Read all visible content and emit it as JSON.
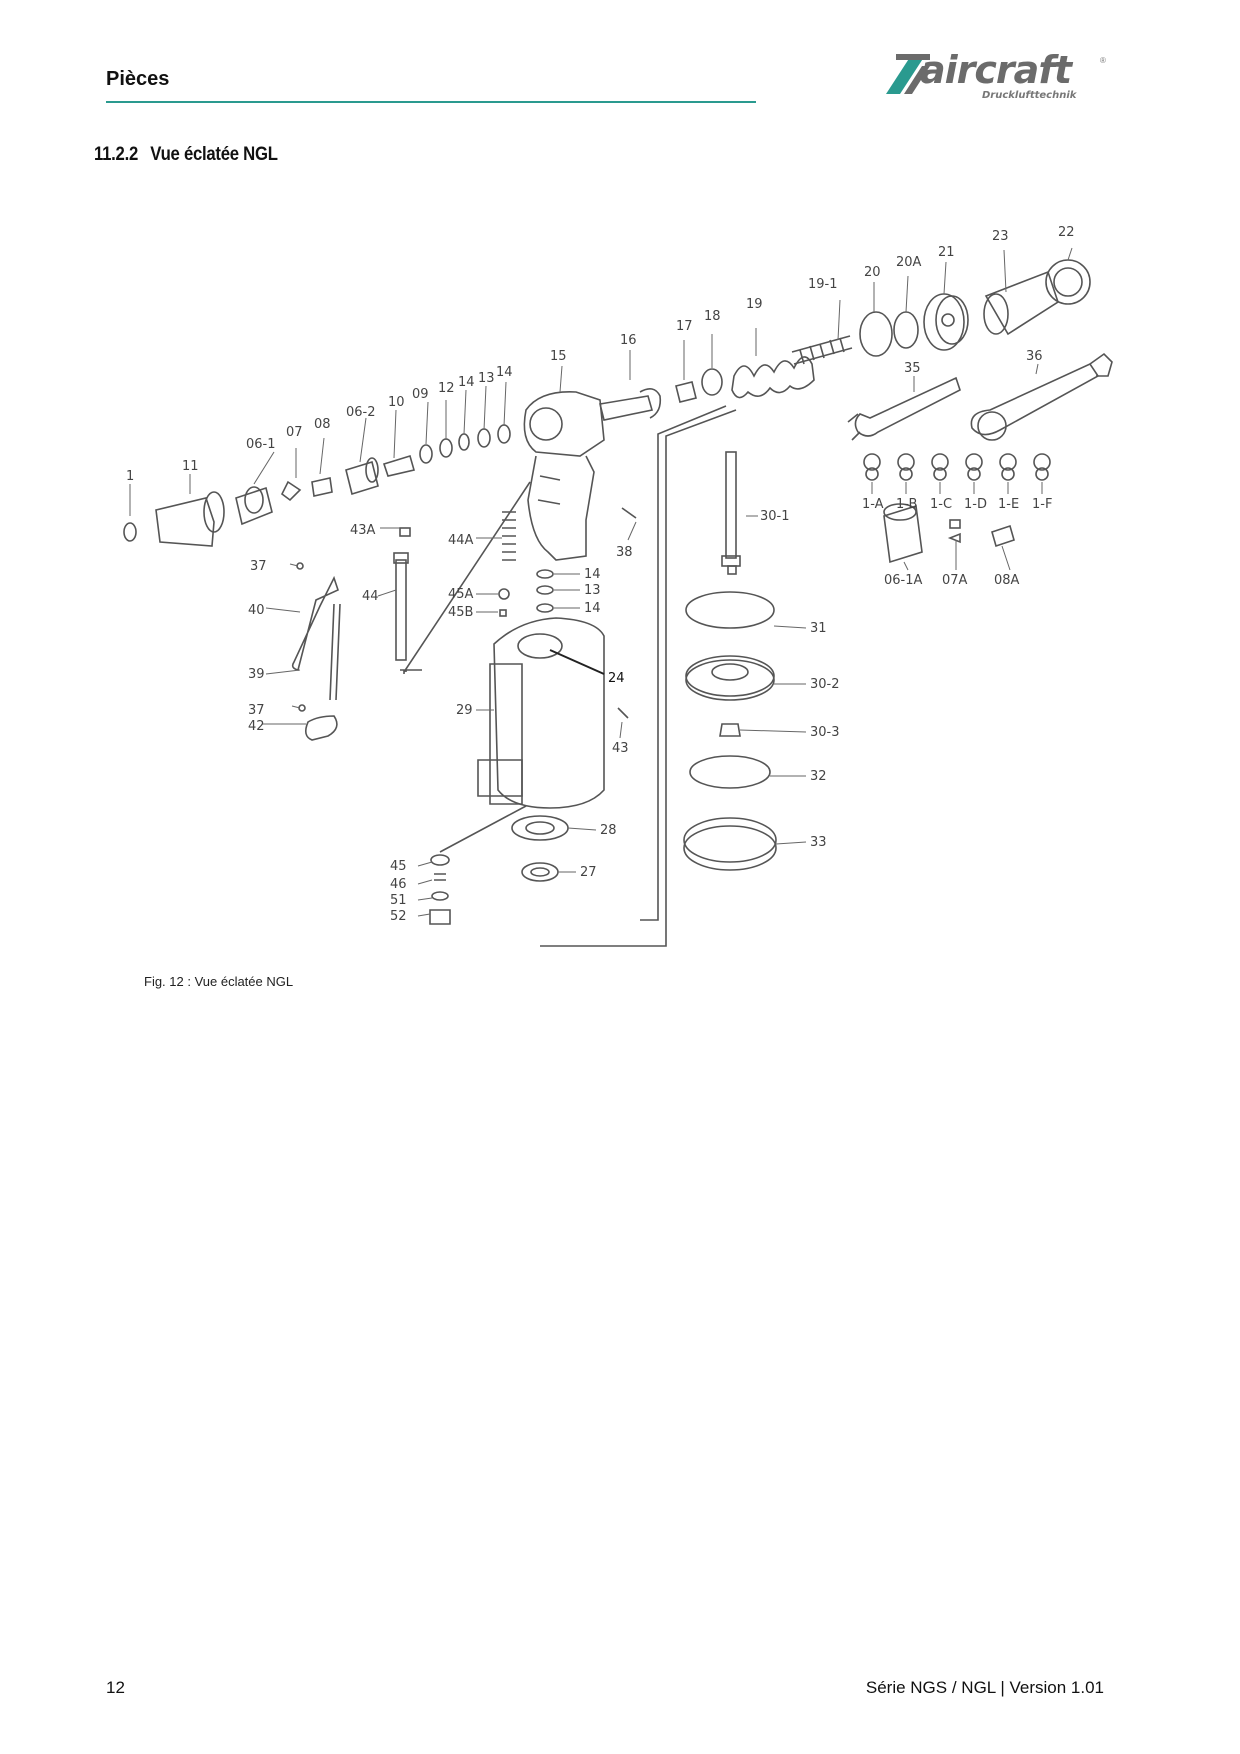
{
  "header": {
    "title": "Pièces"
  },
  "logo": {
    "wordmark": "aircraft",
    "subtitle": "Drucklufttechnik",
    "reg": "®"
  },
  "section": {
    "number": "11.2.2",
    "title": "Vue éclatée NGL"
  },
  "figure": {
    "caption": "Fig. 12 : Vue éclatée NGL",
    "part_labels": [
      "1",
      "11",
      "06-1",
      "07",
      "08",
      "06-2",
      "10",
      "09",
      "12",
      "14",
      "13",
      "14",
      "15",
      "16",
      "17",
      "18",
      "19",
      "19-1",
      "20",
      "20A",
      "21",
      "23",
      "22",
      "35",
      "36",
      "1-A",
      "1-B",
      "1-C",
      "1-D",
      "1-E",
      "1-F",
      "06-1A",
      "07A",
      "08A",
      "43A",
      "44A",
      "38",
      "37",
      "40",
      "39",
      "37",
      "42",
      "44",
      "45A",
      "45B",
      "14",
      "13",
      "14",
      "24",
      "29",
      "43",
      "30-1",
      "31",
      "30-2",
      "30-3",
      "32",
      "33",
      "28",
      "27",
      "45",
      "46",
      "51",
      "52"
    ]
  },
  "footer": {
    "page_number": "12",
    "series": "Série NGS / NGL | Version 1.01"
  }
}
